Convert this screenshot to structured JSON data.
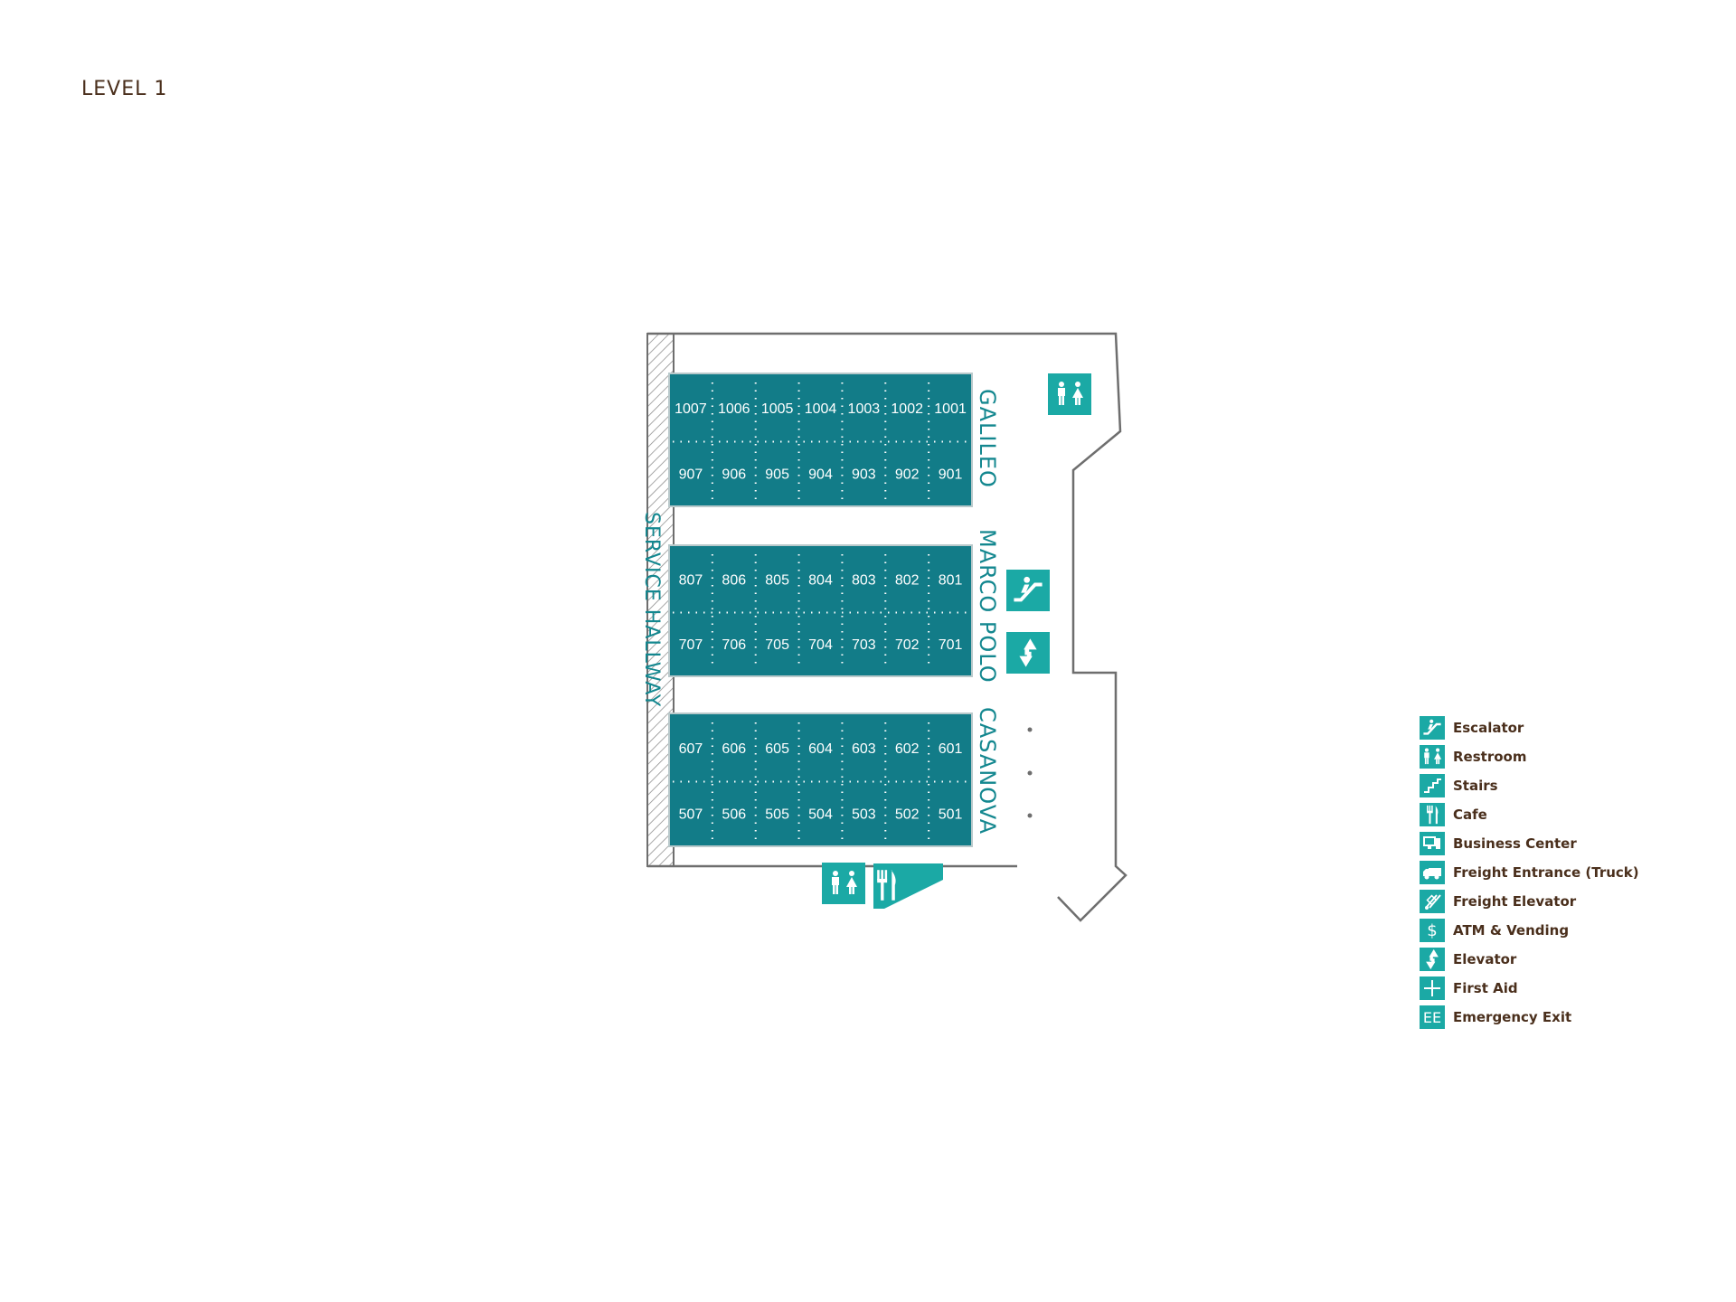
{
  "title": "LEVEL 1",
  "colors": {
    "room_fill": "#127c88",
    "accent": "#1ba9a5",
    "hall_text": "#13878f",
    "wall": "#6e6e6e",
    "legend_text": "#4a2f1c"
  },
  "halls": {
    "galileo": {
      "name": "GALILEO",
      "top_row": [
        "1007",
        "1006",
        "1005",
        "1004",
        "1003",
        "1002",
        "1001"
      ],
      "bottom_row": [
        "907",
        "906",
        "905",
        "904",
        "903",
        "902",
        "901"
      ]
    },
    "marco_polo": {
      "name": "MARCO POLO",
      "top_row": [
        "807",
        "806",
        "805",
        "804",
        "803",
        "802",
        "801"
      ],
      "bottom_row": [
        "707",
        "706",
        "705",
        "704",
        "703",
        "702",
        "701"
      ]
    },
    "casanova": {
      "name": "CASANOVA",
      "top_row": [
        "607",
        "606",
        "605",
        "604",
        "603",
        "602",
        "601"
      ],
      "bottom_row": [
        "507",
        "506",
        "505",
        "504",
        "503",
        "502",
        "501"
      ]
    }
  },
  "service_hallway": "SERVICE HALLWAY",
  "map_icons": [
    "restroom-icon",
    "escalator-icon",
    "elevator-icon",
    "restroom-icon",
    "cafe-icon"
  ],
  "legend": [
    {
      "icon": "escalator-icon",
      "label": "Escalator"
    },
    {
      "icon": "restroom-icon",
      "label": "Restroom"
    },
    {
      "icon": "stairs-icon",
      "label": "Stairs"
    },
    {
      "icon": "cafe-icon",
      "label": "Cafe"
    },
    {
      "icon": "business-center-icon",
      "label": "Business Center"
    },
    {
      "icon": "freight-entrance-icon",
      "label": "Freight Entrance (Truck)"
    },
    {
      "icon": "freight-elevator-icon",
      "label": "Freight Elevator"
    },
    {
      "icon": "atm-icon",
      "label": "ATM & Vending",
      "glyph": "$"
    },
    {
      "icon": "elevator-icon",
      "label": "Elevator"
    },
    {
      "icon": "first-aid-icon",
      "label": "First Aid"
    },
    {
      "icon": "emergency-exit-icon",
      "label": "Emergency Exit",
      "glyph": "EE"
    }
  ]
}
